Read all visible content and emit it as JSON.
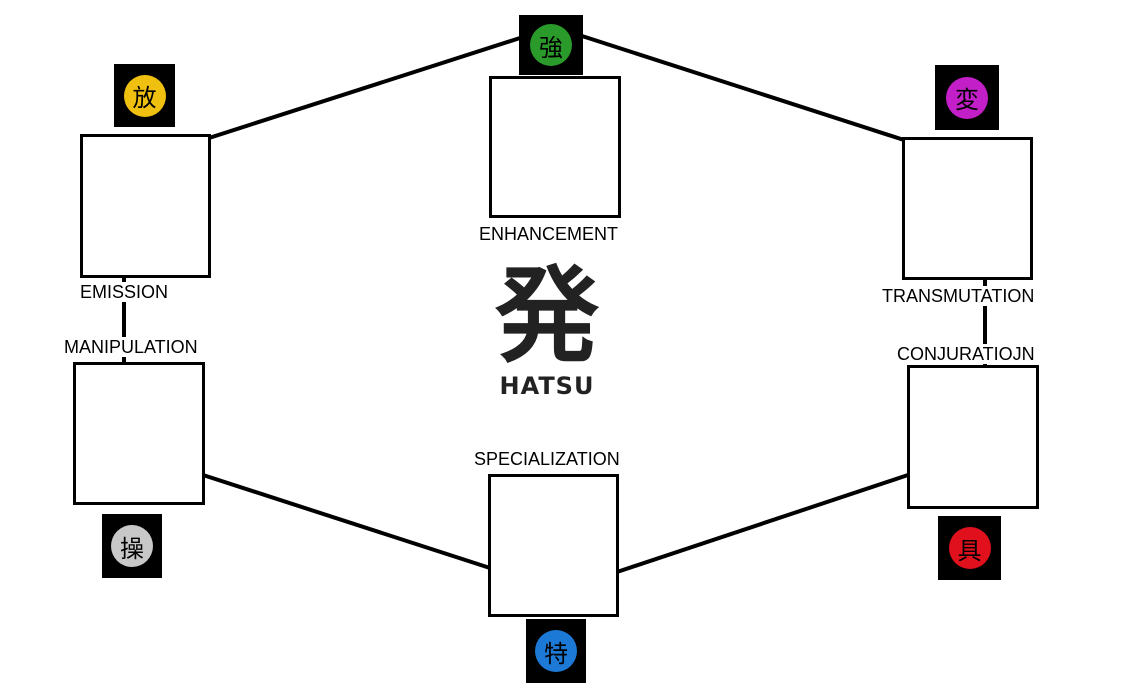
{
  "nodes": {
    "enhancement": {
      "label": "ENHANCEMENT",
      "symbol": "強",
      "color": "#2a9a2a"
    },
    "transmutation": {
      "label": "TRANSMUTATION",
      "symbol": "変",
      "color": "#c21fc8"
    },
    "conjuration": {
      "label": "CONJURATIOJN",
      "symbol": "具",
      "color": "#e0101c"
    },
    "specialization": {
      "label": "SPECIALIZATION",
      "symbol": "特",
      "color": "#1c7ad6"
    },
    "manipulation": {
      "label": "MANIPULATION",
      "symbol": "操",
      "color": "#c8c8c8"
    },
    "emission": {
      "label": "EMISSION",
      "symbol": "放",
      "color": "#f0c010"
    }
  },
  "center": {
    "symbol": "発",
    "text": "HATSU"
  }
}
